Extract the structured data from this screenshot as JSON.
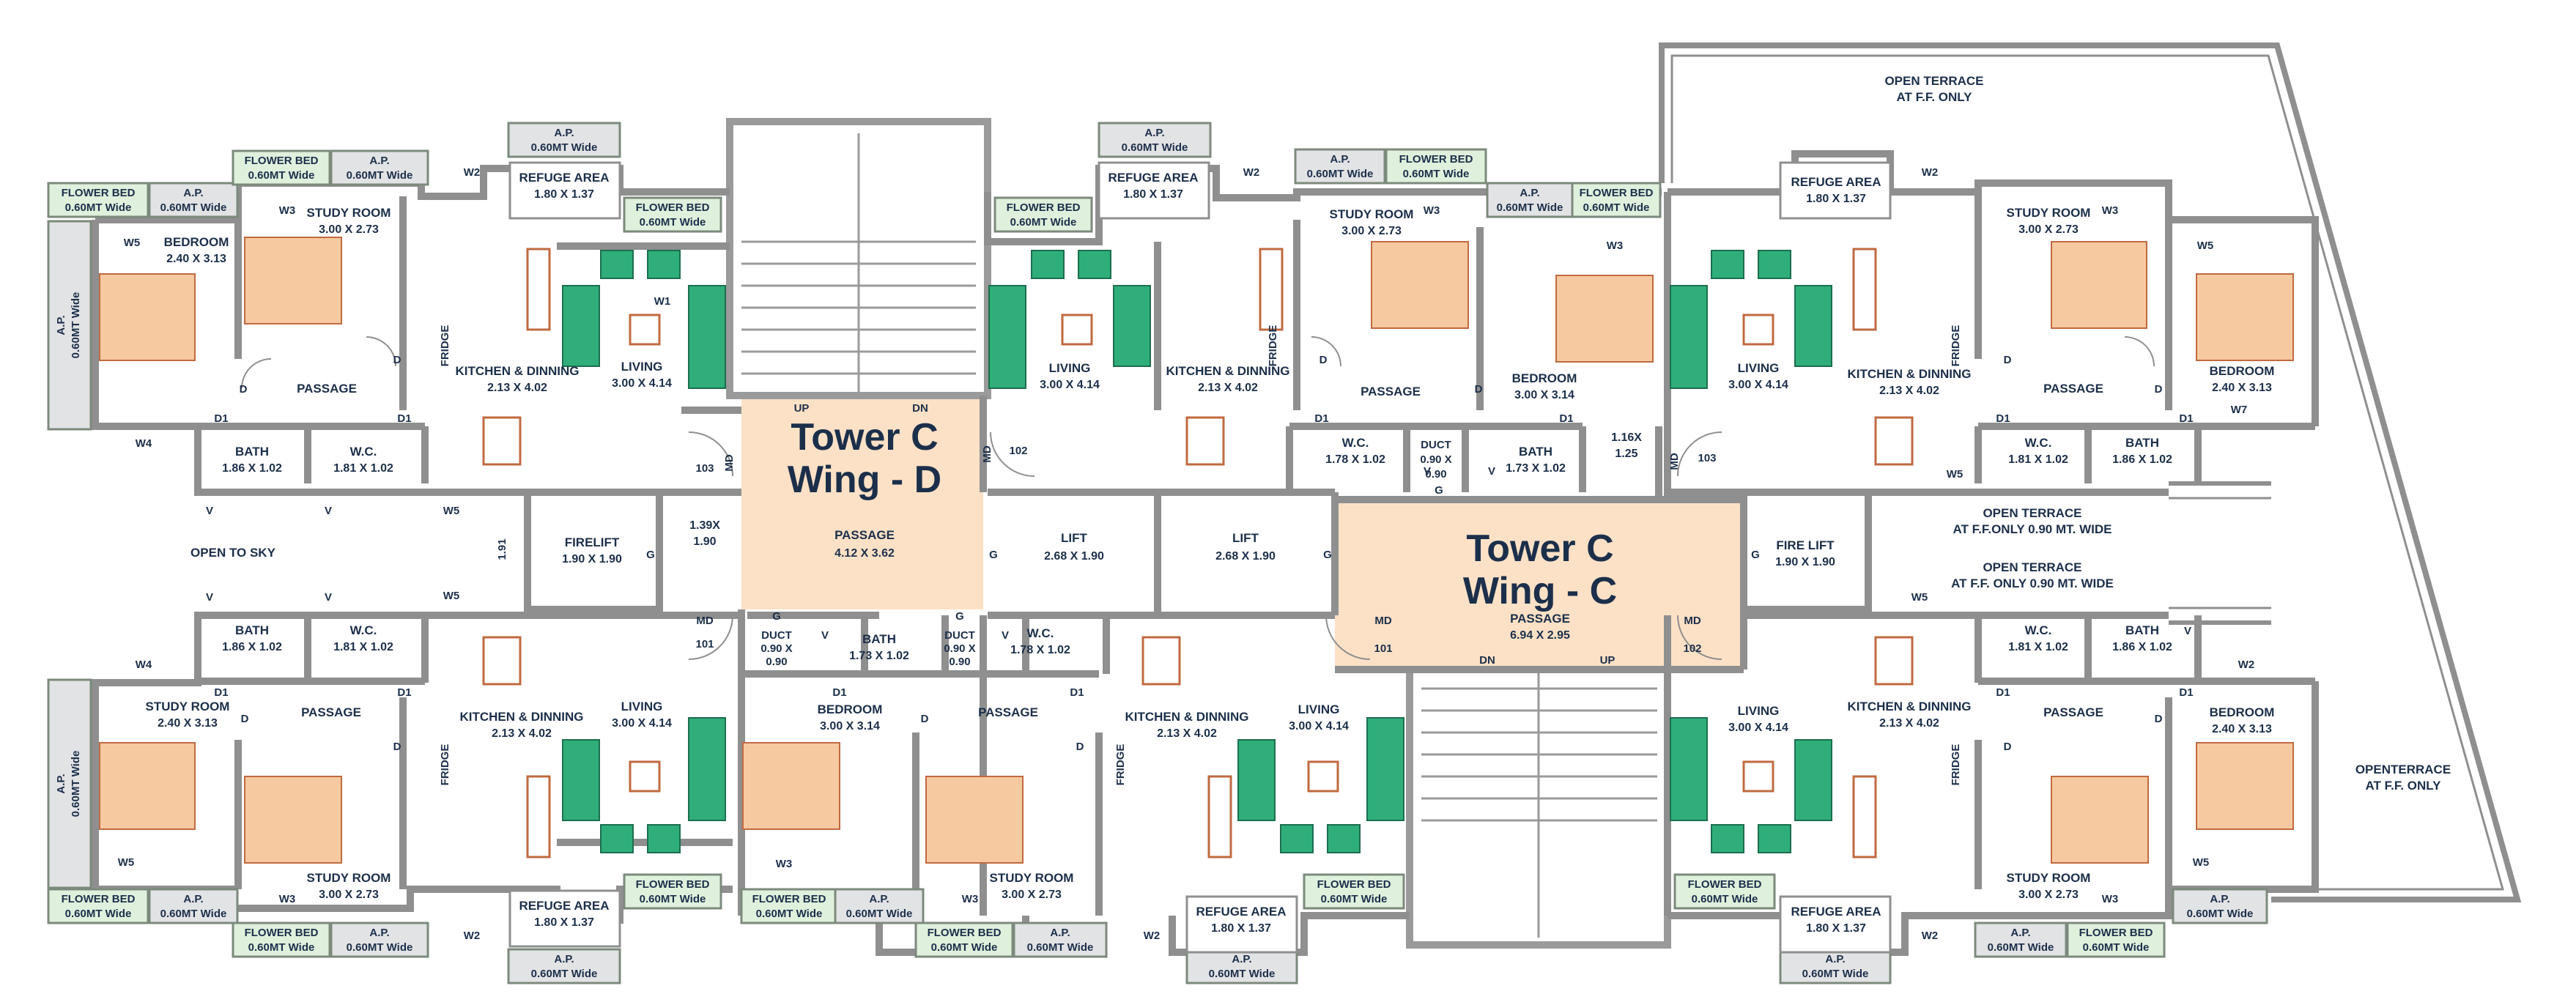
{
  "colors": {
    "wall": "#8f8f8f",
    "wall_dark": "#6f6f6f",
    "core": "#fde1c6",
    "flower_bed": "#dff0dc",
    "ap": "#e2e3e5",
    "text": "#1c2f4a",
    "sofa": "#2fae7a",
    "bed": "#f7c9a0",
    "furniture": "#c06a40"
  },
  "towers": {
    "wing_d": {
      "line1": "Tower C",
      "line2": "Wing - D"
    },
    "wing_c": {
      "line1": "Tower C",
      "line2": "Wing - C"
    }
  },
  "common": {
    "passage_d": {
      "name": "PASSAGE",
      "dim": "4.12 X 3.62"
    },
    "passage_c": {
      "name": "PASSAGE",
      "dim": "6.94 X 2.95"
    },
    "firelift_d": {
      "name": "FIRELIFT",
      "dim": "1.90 X 1.90"
    },
    "firelift_c": {
      "name": "FIRE LIFT",
      "dim": "1.90 X 1.90"
    },
    "lift1": {
      "name": "LIFT",
      "dim": "2.68 X 1.90"
    },
    "lift2": {
      "name": "LIFT",
      "dim": "2.68 X 1.90"
    },
    "duct": {
      "name": "DUCT",
      "dim1": "0.90 X",
      "dim2": "0.90"
    },
    "open_to_sky": "OPEN TO SKY",
    "lobby_d": {
      "dim1": "1.39X",
      "dim2": "1.90"
    },
    "lobby_c": {
      "dim1": "1.16X",
      "dim2": "1.25"
    },
    "v191": "1.91",
    "up": "UP",
    "dn": "DN"
  },
  "terraces": {
    "top": {
      "line1": "OPEN TERRACE",
      "line2": "AT F.F. ONLY"
    },
    "mid1": {
      "line1": "OPEN TERRACE",
      "line2": "AT F.F.ONLY 0.90 MT. WIDE"
    },
    "mid2": {
      "line1": "OPEN TERRACE",
      "line2": "AT F.F. ONLY 0.90 MT. WIDE"
    },
    "right": {
      "line1": "OPENTERRACE",
      "line2": "AT F.F. ONLY"
    }
  },
  "rooms": {
    "bedroom_a": {
      "name": "BEDROOM",
      "dim": "2.40 X 3.13"
    },
    "bedroom_b": {
      "name": "BEDROOM",
      "dim": "3.00 X 3.14"
    },
    "study_a": {
      "name": "STUDY ROOM",
      "dim": "3.00 X 2.73"
    },
    "study_b": {
      "name": "STUDY ROOM",
      "dim": "2.40 X 3.13"
    },
    "kitchen": {
      "name": "KITCHEN & DINNING",
      "dim": "2.13 X 4.02"
    },
    "living": {
      "name": "LIVING",
      "dim": "3.00 X 4.14"
    },
    "bath_a": {
      "name": "BATH",
      "dim": "1.86 X 1.02"
    },
    "bath_b": {
      "name": "BATH",
      "dim": "1.73 X 1.02"
    },
    "wc_a": {
      "name": "W.C.",
      "dim": "1.81 X 1.02"
    },
    "wc_b": {
      "name": "W.C.",
      "dim": "1.78 X 1.02"
    },
    "passage": "PASSAGE",
    "refuge": {
      "name": "REFUGE AREA",
      "dim": "1.80 X 1.37"
    }
  },
  "tags": {
    "flower_bed": {
      "line1": "FLOWER BED",
      "line2": "0.60MT Wide"
    },
    "ap": {
      "line1": "A.P.",
      "line2": "0.60MT Wide"
    }
  },
  "units": {
    "u101": "101",
    "u102": "102",
    "u103": "103"
  },
  "marks": {
    "md": "MD",
    "d": "D",
    "d1": "D1",
    "w1": "W1",
    "w2": "W2",
    "w3": "W3",
    "w4": "W4",
    "w5": "W5",
    "w7": "W7",
    "v": "V",
    "g": "G",
    "fridge": "FRIDGE"
  }
}
